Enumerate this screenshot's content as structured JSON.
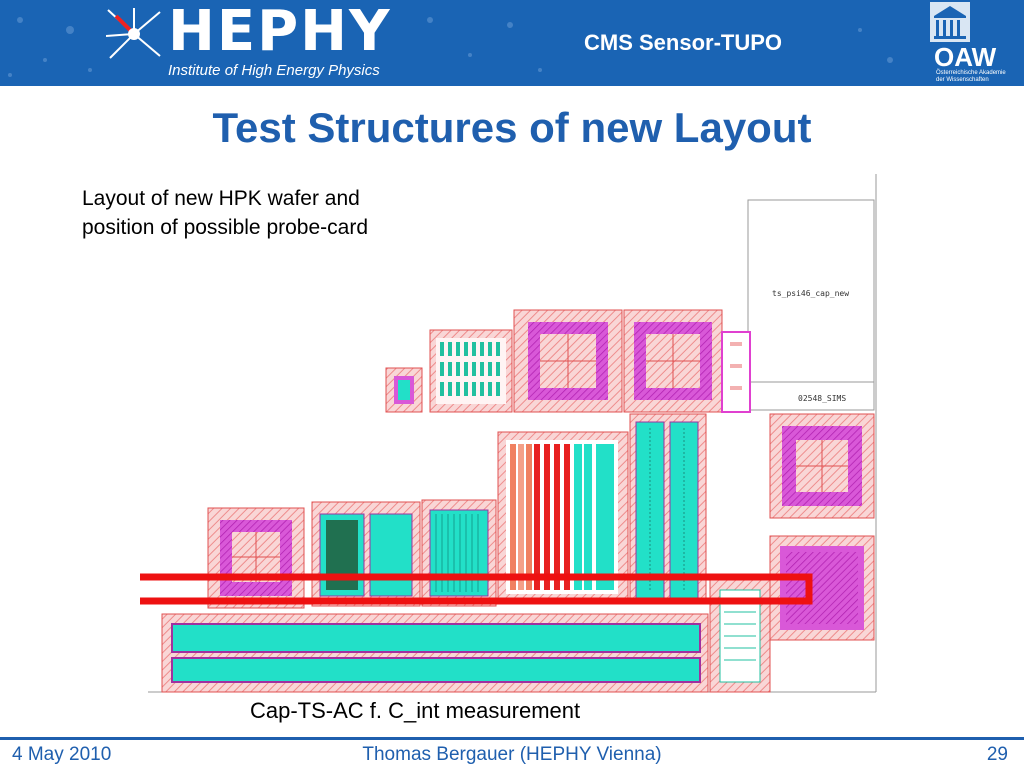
{
  "header": {
    "logo": "HEPHY",
    "logo_subtitle": "Institute of High Energy Physics",
    "conference": "CMS Sensor-TUPO",
    "oaw": "OAW",
    "oaw_subtitle_1": "Österreichische Akademie",
    "oaw_subtitle_2": "der Wissenschaften"
  },
  "title": "Test Structures of new Layout",
  "description": [
    "Layout of new HPK wafer and",
    "position of possible probe-card"
  ],
  "layout_labels": {
    "cap_new": "ts_psi46_cap_new",
    "sims": "02548_SIMS"
  },
  "caption": "Cap-TS-AC f. C_int measurement",
  "footer": {
    "date": "4 May 2010",
    "author": "Thomas Bergauer (HEPHY Vienna)",
    "page": "29"
  },
  "colors": {
    "header_bg": "#1a64b4",
    "title": "#1f5fae",
    "probe_card": "#ee1111",
    "magenta": "#e040d0",
    "cyan": "#22e0c8",
    "pink": "#f3b1b1"
  }
}
